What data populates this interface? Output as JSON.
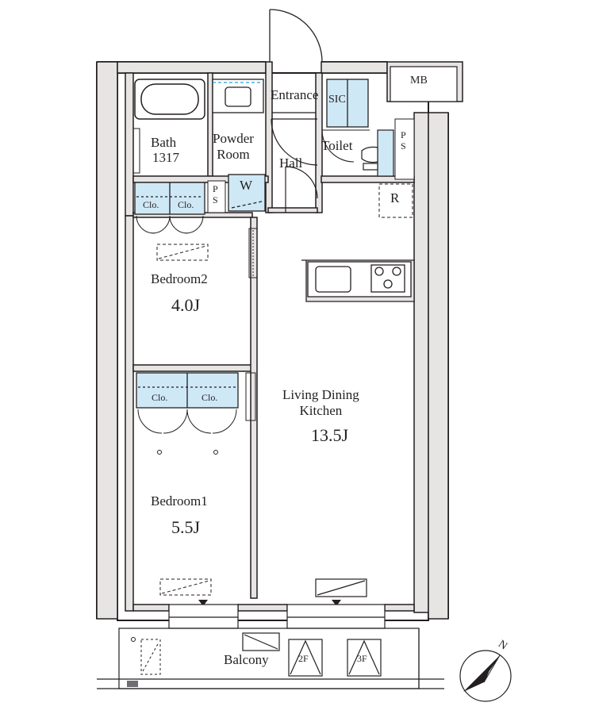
{
  "rooms": {
    "bath": {
      "name": "Bath",
      "size": "1317"
    },
    "powder_room": {
      "line1": "Powder",
      "line2": "Room"
    },
    "entrance": "Entrance",
    "sic": "SIC",
    "toilet": "Toilet",
    "ps_top": "P\nS",
    "ps_mid": "P\nS",
    "hall": "Hall",
    "washer": "W",
    "refrigerator": "R",
    "mb": "MB",
    "bedroom2": {
      "name": "Bedroom2",
      "area": "4.0J"
    },
    "bedroom1": {
      "name": "Bedroom1",
      "area": "5.5J"
    },
    "ldk": {
      "line1": "Living Dining",
      "line2": "Kitchen",
      "area": "13.5J"
    },
    "balcony": "Balcony",
    "closets": [
      "Clo.",
      "Clo.",
      "Clo.",
      "Clo."
    ],
    "floors": [
      "2F",
      "3F"
    ]
  },
  "compass": {
    "label": "N",
    "icon": "north-arrow-icon"
  },
  "colors": {
    "wall": "#231f20",
    "light_fill": "#e7e5e4",
    "storage_fill": "#cfe8f6",
    "line": "#58595b"
  }
}
